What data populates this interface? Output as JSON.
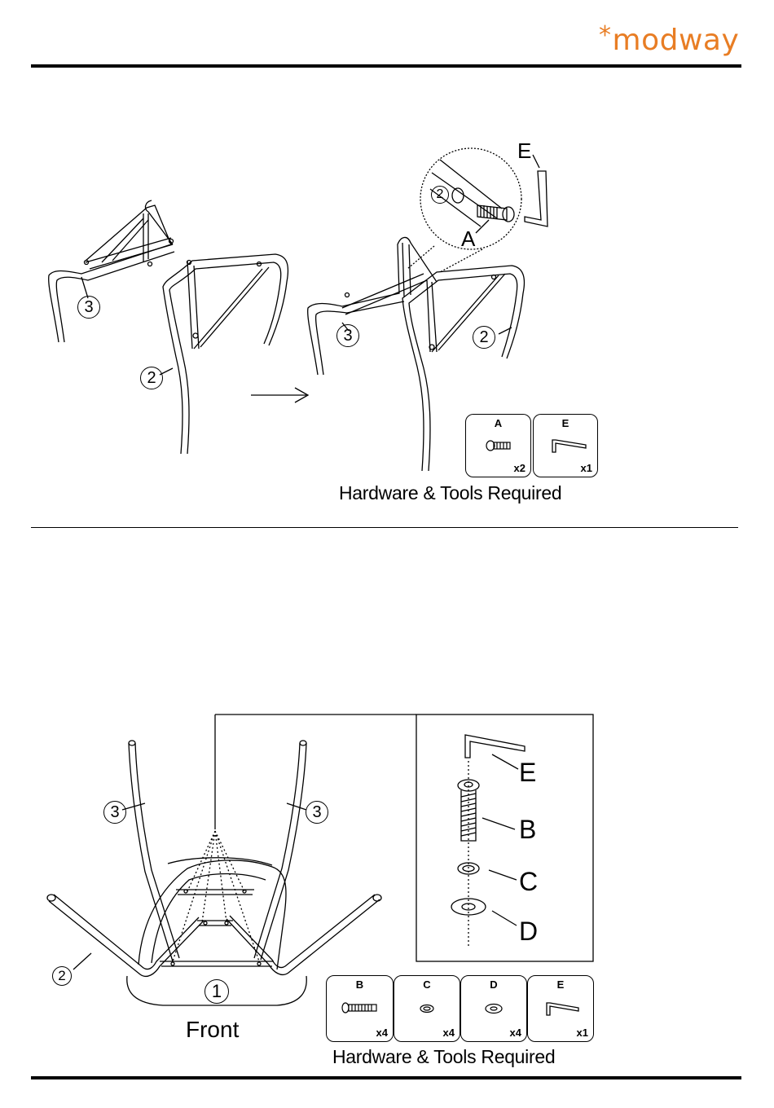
{
  "brand": {
    "logo_text": "modway",
    "logo_mark": "*",
    "color": "#e87d24"
  },
  "step1": {
    "part_labels": {
      "p3": "3",
      "p2": "2",
      "p3b": "3",
      "p2b": "2",
      "p2c": "2"
    },
    "callouts": {
      "a": "A",
      "e": "E"
    },
    "hardware": {
      "items": [
        {
          "letter": "A",
          "qty": "x2",
          "icon": "bolt-icon"
        },
        {
          "letter": "E",
          "qty": "x1",
          "icon": "allen-key-icon"
        }
      ],
      "caption": "Hardware & Tools Required"
    }
  },
  "step2": {
    "part_labels": {
      "p3l": "3",
      "p3r": "3",
      "p2": "2",
      "p1": "1"
    },
    "front_label": "Front",
    "detail_labels": {
      "e": "E",
      "b": "B",
      "c": "C",
      "d": "D"
    },
    "hardware": {
      "items": [
        {
          "letter": "B",
          "qty": "x4",
          "icon": "bolt-icon"
        },
        {
          "letter": "C",
          "qty": "x4",
          "icon": "lock-washer-icon"
        },
        {
          "letter": "D",
          "qty": "x4",
          "icon": "flat-washer-icon"
        },
        {
          "letter": "E",
          "qty": "x1",
          "icon": "allen-key-icon"
        }
      ],
      "caption": "Hardware & Tools Required"
    }
  }
}
